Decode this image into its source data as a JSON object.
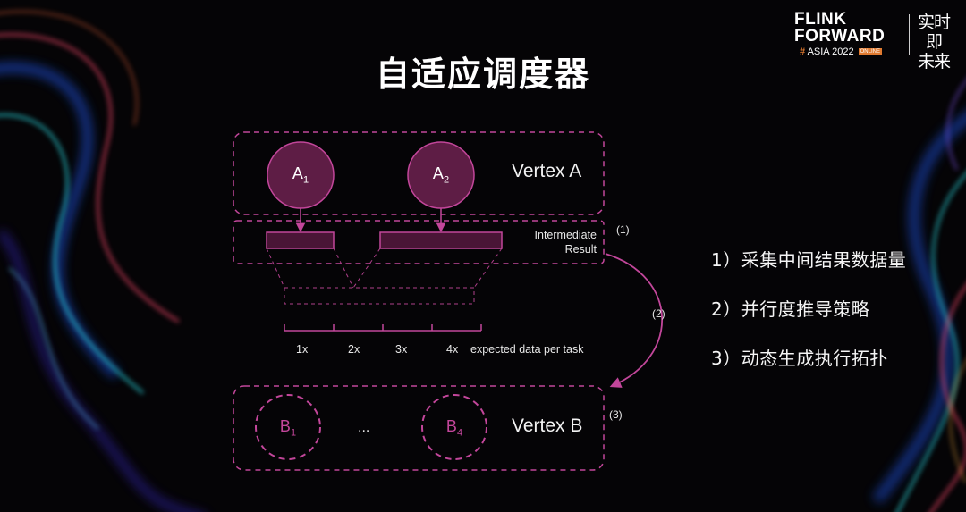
{
  "slide": {
    "title": "自适应调度器",
    "logo": {
      "line1": "FLINK",
      "line2": "FORWARD",
      "hash": "#",
      "event": "ASIA 2022",
      "badge": "ONLINE",
      "slogan_line1": "实时即",
      "slogan_line2": "未来"
    }
  },
  "diagram": {
    "vertex_a": "Vertex A",
    "vertex_b": "Vertex B",
    "node_a1": {
      "letter": "A",
      "index": "1"
    },
    "node_a2": {
      "letter": "A",
      "index": "2"
    },
    "node_b1": {
      "letter": "B",
      "index": "1"
    },
    "node_b4": {
      "letter": "B",
      "index": "4"
    },
    "ellipsis": "...",
    "intermediate_line1": "Intermediate",
    "intermediate_line2": "Result",
    "step1": "(1)",
    "step2": "(2)",
    "step3": "(3)",
    "ticks": [
      "1x",
      "2x",
      "3x",
      "4x"
    ],
    "tick_caption": "expected data per task",
    "colors": {
      "accent": "#c2469a",
      "node_fill": "#5e1d45",
      "bar_fill": "#4a1536"
    }
  },
  "steps_list": [
    "1）采集中间结果数据量",
    "2）并行度推导策略",
    "3）动态生成执行拓扑"
  ]
}
